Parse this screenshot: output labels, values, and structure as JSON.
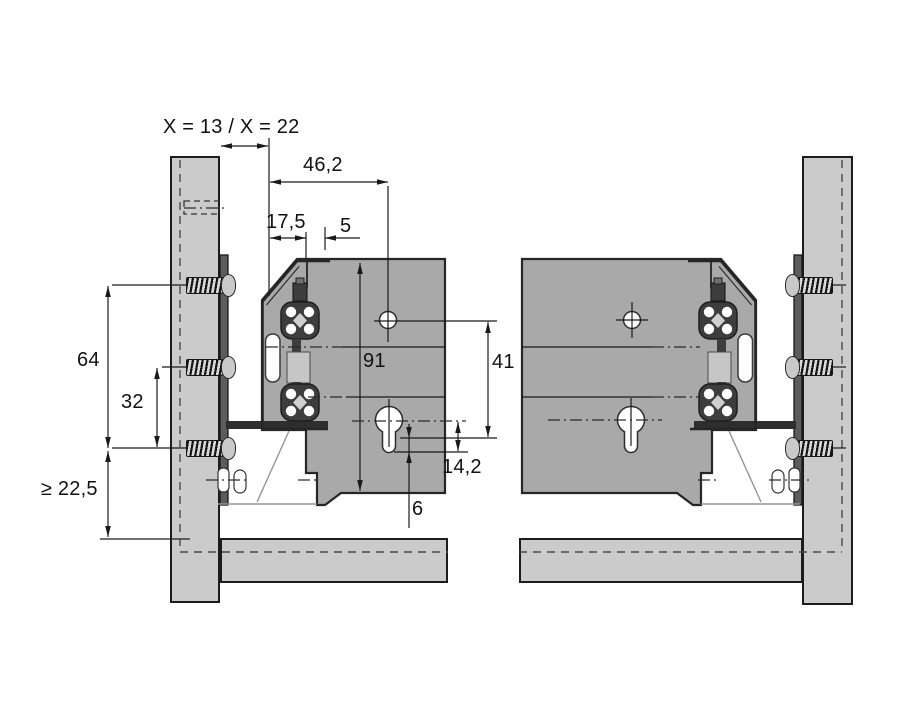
{
  "title": "drawer-slide-mounting-diagram",
  "dimensions": {
    "x_formula": "X = 13 / X = 22",
    "front_offset": "46,2",
    "edge_offset": "17,5",
    "inset": "5",
    "screw_spacing_outer": "64",
    "screw_spacing_inner": "32",
    "min_bottom_clearance": "≥ 22,5",
    "bracket_height": "91",
    "hole_spacing": "41",
    "keyhole_offset": "14,2",
    "bottom_gap": "6"
  },
  "colors": {
    "cabinet_panel": "#cbcbcb",
    "drawer_bracket": "#a9a9a9",
    "profile_dark": "#3d3d3d",
    "line_dark": "#1a1a1a",
    "background": "#ffffff"
  }
}
